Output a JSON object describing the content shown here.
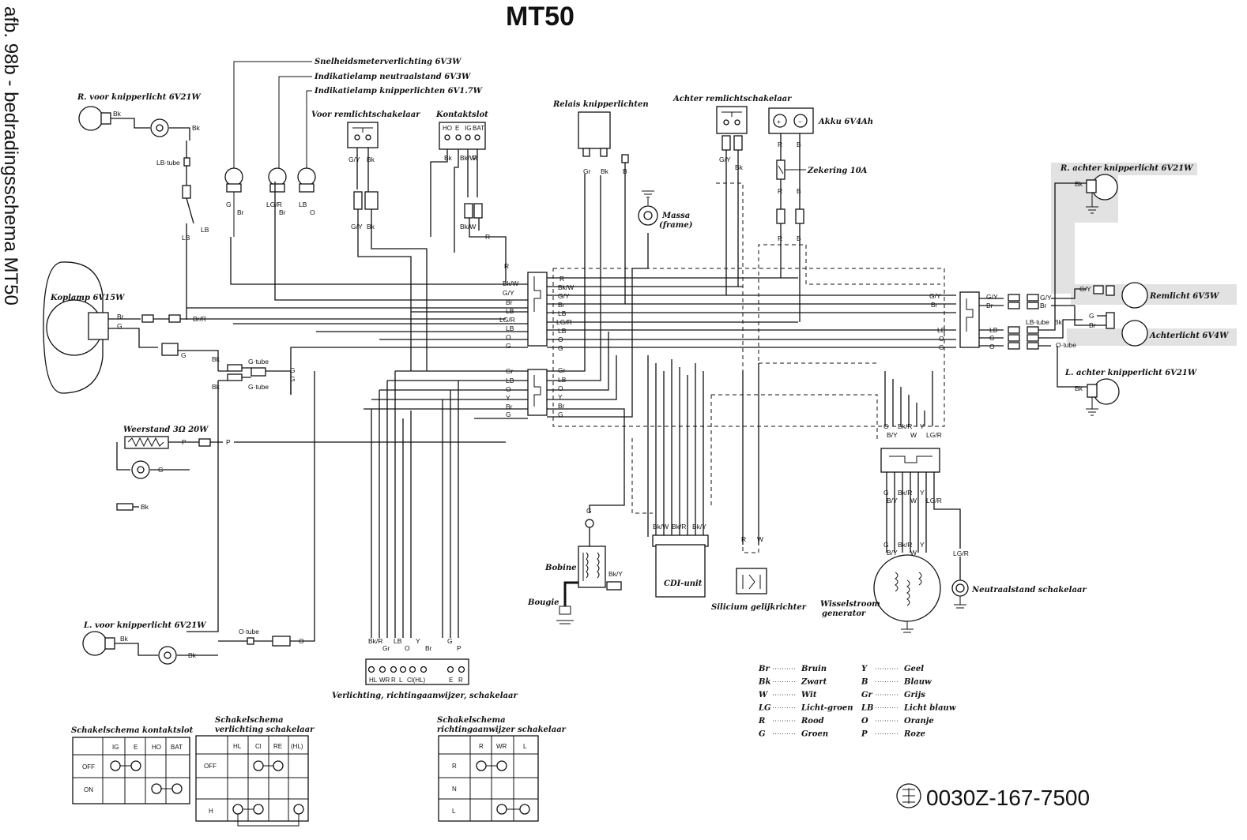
{
  "title": "MT50",
  "side_caption": "afb. 98b - bedradingsschema MT50",
  "part_number": "0030Z-167-7500",
  "labels": {
    "speedo_light": "Snelheidsmeterverlichting 6V3W",
    "neutral_lamp": "Indikatielamp neutraalstand 6V3W",
    "turn_ind_lamp": "Indikatielamp knipperlichten 6V1.7W",
    "front_brake_switch": "Voor remlichtschakelaar",
    "ignition_switch": "Kontaktslot",
    "flasher_relay": "Relais knipperlichten",
    "rear_brake_switch": "Achter remlichtschakelaar",
    "battery": "Akku 6V4Ah",
    "fuse": "Zekering 10A",
    "ground_frame_1": "Massa",
    "ground_frame_2": "(frame)",
    "rr_turn": "R. achter knipperlicht 6V21W",
    "brake_light": "Remlicht  6V5W",
    "tail_light": "Achterlicht  6V4W",
    "lr_turn": "L. achter knipperlicht 6V21W",
    "rf_turn": "R. voor knipperlicht 6V21W",
    "headlamp": "Koplamp 6V15W",
    "resistor": "Weerstand 3Ω 20W",
    "lf_turn": "L. voor knipperlicht 6V21W",
    "coil": "Bobine",
    "plug": "Bougie",
    "cdi": "CDI-unit",
    "rectifier": "Silicium gelijkrichter",
    "generator_1": "Wisselstroom",
    "generator_2": "generator",
    "neutral_switch": "Neutraalstand schakelaar",
    "handlebar_switch": "Verlichting, richtingaanwijzer, schakelaar"
  },
  "tables": {
    "ignition": {
      "title": "Schakelschema kontaktslot",
      "columns": [
        "",
        "IG",
        "E",
        "HO",
        "BAT"
      ],
      "rows": [
        "OFF",
        "ON"
      ]
    },
    "lighting": {
      "title_1": "Schakelschema",
      "title_2": "verlichting schakelaar",
      "columns": [
        "",
        "HL",
        "Cl",
        "RE",
        "(HL)"
      ],
      "rows": [
        "OFF",
        "",
        "H"
      ]
    },
    "turn": {
      "title_1": "Schakelschema",
      "title_2": "richtingaanwijzer schakelaar",
      "columns": [
        "",
        "R",
        "WR",
        "L"
      ],
      "rows": [
        "R",
        "N",
        "L"
      ]
    }
  },
  "legend": [
    {
      "code": "Br",
      "name": "Bruin"
    },
    {
      "code": "Bk",
      "name": "Zwart"
    },
    {
      "code": "W",
      "name": "Wit"
    },
    {
      "code": "LG",
      "name": "Licht-groen"
    },
    {
      "code": "R",
      "name": "Rood"
    },
    {
      "code": "G",
      "name": "Groen"
    },
    {
      "code": "Y",
      "name": "Geel"
    },
    {
      "code": "B",
      "name": "Blauw"
    },
    {
      "code": "Gr",
      "name": "Grijs"
    },
    {
      "code": "LB",
      "name": "Licht blauw"
    },
    {
      "code": "O",
      "name": "Oranje"
    },
    {
      "code": "P",
      "name": "Roze"
    }
  ],
  "wire_codes": {
    "bk": "Bk",
    "g": "G",
    "lb": "LB",
    "br": "Br",
    "lgr": "LG/R",
    "o": "O",
    "gy": "G/Y",
    "bkw": "Bk/W",
    "r": "R",
    "b": "B",
    "gr": "Gr",
    "y": "Y",
    "p": "P",
    "w": "W",
    "bkr": "Bk/R",
    "bky": "Bk/Y",
    "by": "B/Y",
    "brr": "Br/R",
    "lbtube": "LB·tube",
    "gtube": "G·tube",
    "otube": "O·tube",
    "ho": "HO",
    "e": "E",
    "ig": "IG",
    "bat": "BAT",
    "hl": "HL",
    "wr": "WR",
    "l": "L",
    "cl": "Cl(HL)",
    "rr": "R"
  }
}
